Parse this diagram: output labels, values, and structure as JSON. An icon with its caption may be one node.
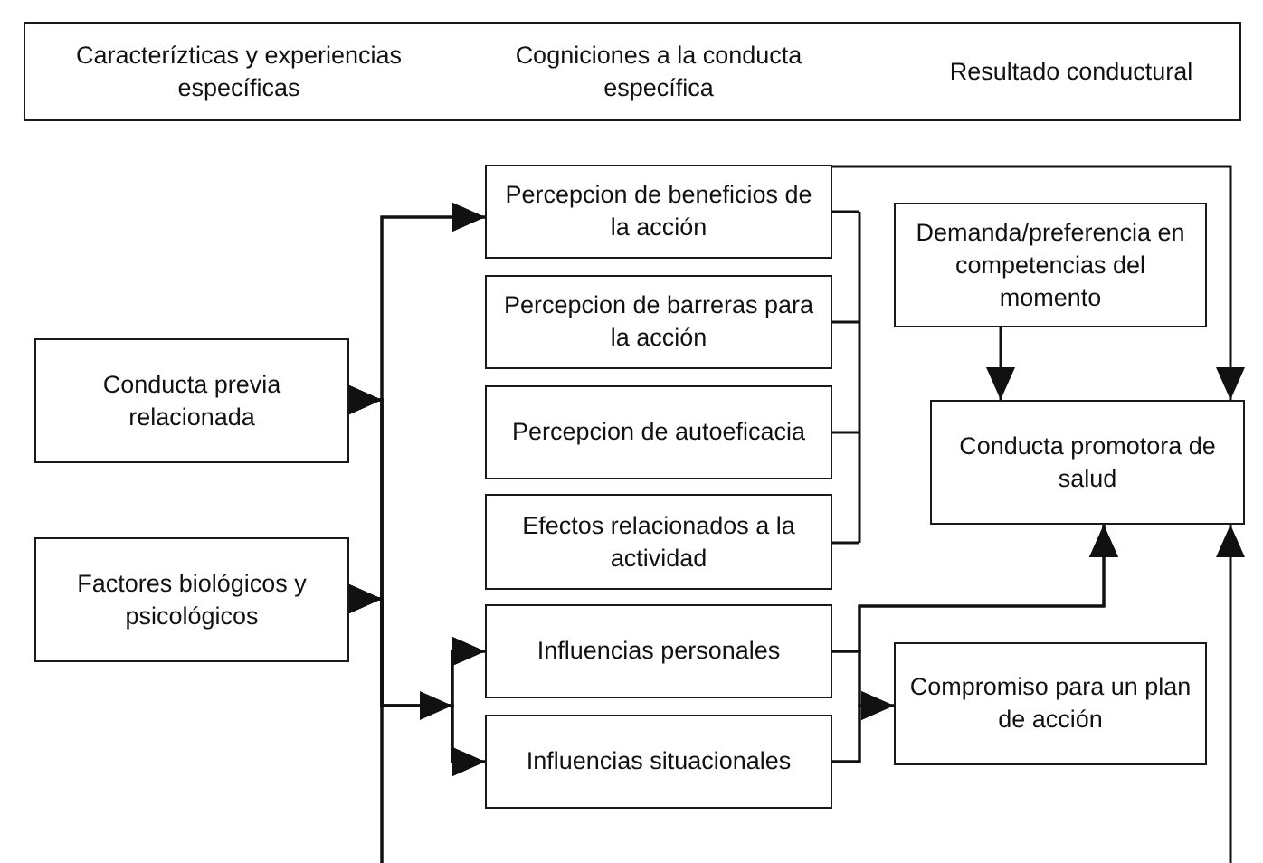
{
  "diagram": {
    "nodes": [
      {
        "text": [
          "Caracterízticas y experiencias específicas",
          "Cogniciones a la conducta específica",
          "Resultado conductural"
        ]
      },
      {
        "text": [
          "Conducta previa relacionada"
        ]
      },
      {
        "text": [
          "Factores biológicos y psicológicos"
        ]
      },
      {
        "text": [
          "Percepcion de beneficios de la acción"
        ]
      },
      {
        "text": [
          "Percepcion de barreras para la acción"
        ]
      },
      {
        "text": [
          "Percepcion de autoeficacia"
        ]
      },
      {
        "text": [
          "Efectos relacionados a la actividad"
        ]
      },
      {
        "text": [
          "Influencias personales"
        ]
      },
      {
        "text": [
          "Influencias situacionales"
        ]
      },
      {
        "text": [
          "Demanda/preferencia en competencias del momento"
        ]
      },
      {
        "text": [
          "Conducta promotora de salud"
        ]
      },
      {
        "text": [
          "Compromiso para un plan de acción"
        ]
      }
    ],
    "edges": [
      {
        "from": 1,
        "to": 3,
        "arrow": "to"
      },
      {
        "from": 1,
        "to": 7,
        "arrow": "to"
      },
      {
        "from": 1,
        "to": 8,
        "arrow": "to"
      },
      {
        "from": 2,
        "to": 3,
        "arrow": "to"
      },
      {
        "from": 2,
        "to": 7,
        "arrow": "to"
      },
      {
        "from": 2,
        "to": 8,
        "arrow": "to"
      },
      {
        "from": 1,
        "to": null,
        "arrow": "none"
      },
      {
        "from": 2,
        "to": null,
        "arrow": "none"
      },
      {
        "from": 3,
        "to": 10,
        "arrow": "to"
      },
      {
        "from": 9,
        "to": 10,
        "arrow": "to"
      },
      {
        "from": 7,
        "to": 10,
        "arrow": "to"
      },
      {
        "from": 8,
        "to": 10,
        "arrow": "to"
      },
      {
        "from": 7,
        "to": 11,
        "arrow": "to"
      },
      {
        "from": 8,
        "to": 11,
        "arrow": "to"
      },
      {
        "from": null,
        "to": 10,
        "arrow": "to"
      }
    ]
  }
}
